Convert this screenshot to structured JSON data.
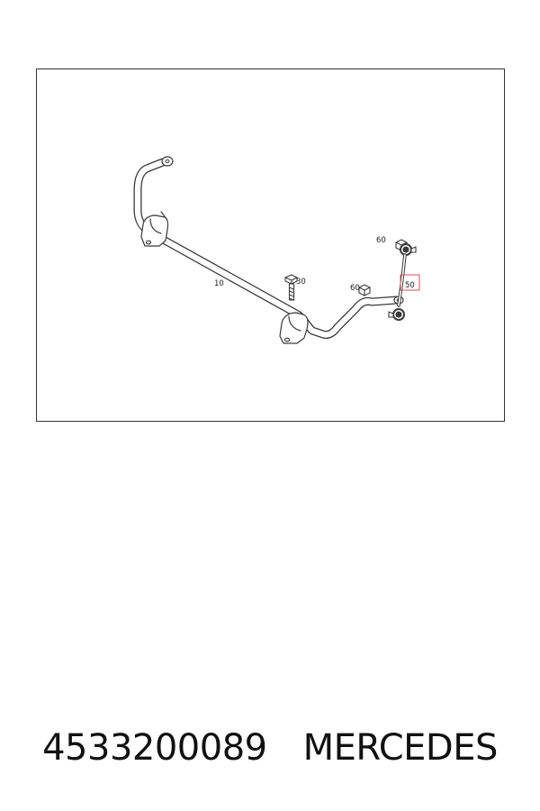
{
  "diagram": {
    "callouts": {
      "bar": "10",
      "bolt": "30",
      "link": "50",
      "nut_upper": "60",
      "nut_lower": "60"
    },
    "highlight_color": "#d9534f",
    "line_color": "#3a3a3a"
  },
  "footer": {
    "part_number": "4533200089",
    "brand": "MERCEDES"
  }
}
